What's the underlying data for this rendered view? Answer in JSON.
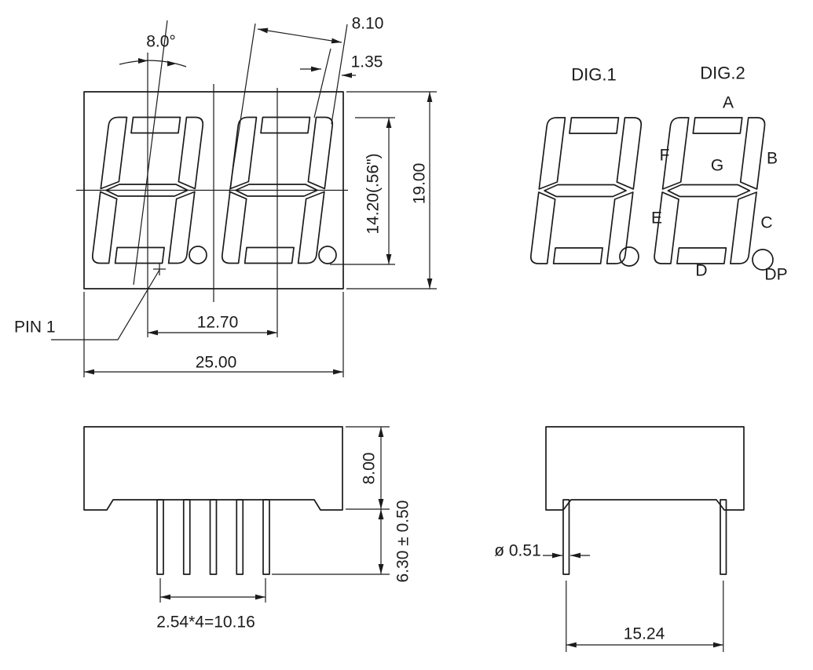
{
  "drawing": {
    "front_view": {
      "pin1_label": "PIN 1",
      "dims": {
        "tilt_angle": "8.0°",
        "digit_width": "8.10",
        "segment_width": "1.35",
        "digit_height": "14.20(.56\")",
        "package_height": "19.00",
        "digit_pitch": "12.70",
        "package_width": "25.00"
      }
    },
    "segment_view": {
      "digit1_title": "DIG.1",
      "digit2_title": "DIG.2",
      "segment_labels": {
        "a": "A",
        "f": "F",
        "g": "G",
        "b": "B",
        "e": "E",
        "c": "C",
        "d": "D",
        "dp": "DP"
      }
    },
    "side_view": {
      "dims": {
        "body_depth": "8.00",
        "pin_length": "6.30 ± 0.50",
        "pin_pitch": "2.54*4=10.16"
      }
    },
    "end_view": {
      "dims": {
        "pin_diameter": "ø 0.51",
        "pin_row_spacing": "15.24"
      }
    },
    "colors": {
      "line": "#1b1b1b",
      "background": "#ffffff"
    }
  }
}
